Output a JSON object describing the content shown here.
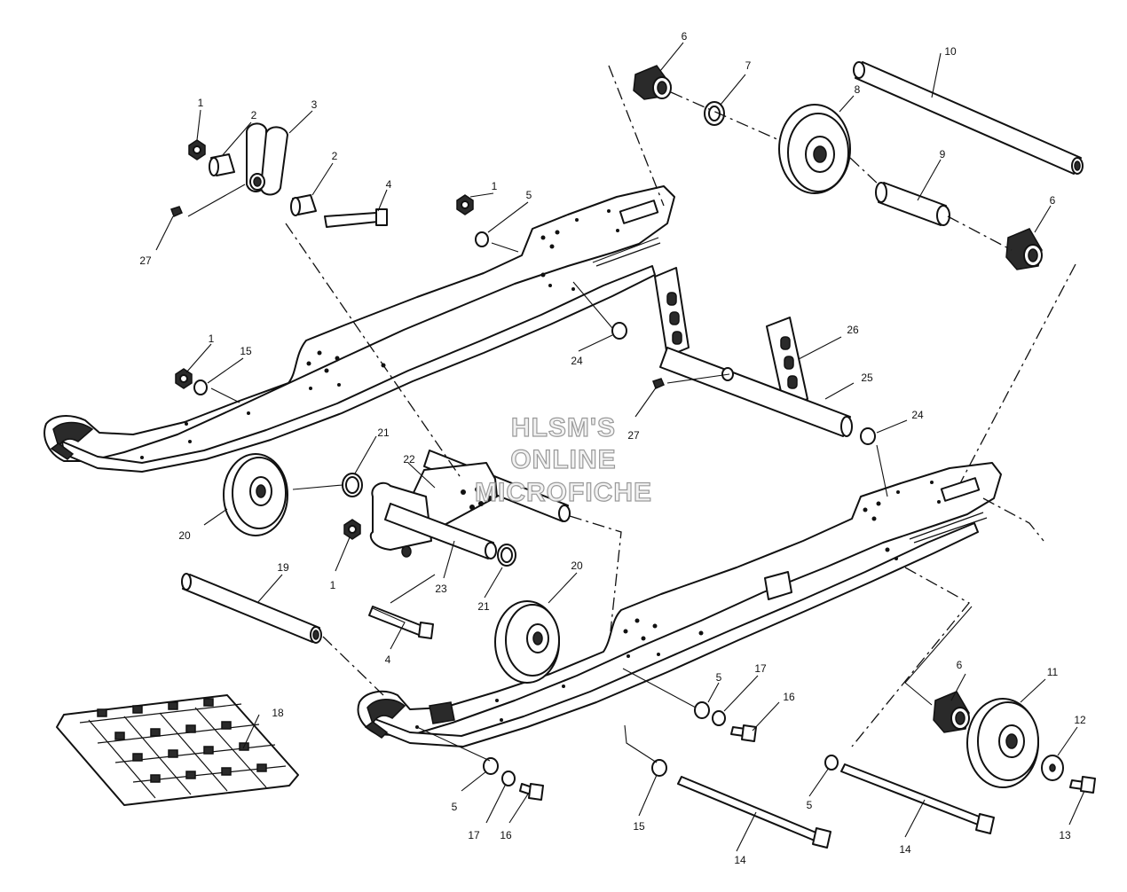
{
  "watermark": {
    "line1": "HLSM'S",
    "line2": "ONLINE",
    "line3": "MICROFICHE"
  },
  "callouts": [
    {
      "id": "c1",
      "label": "6"
    },
    {
      "id": "c2",
      "label": "7"
    },
    {
      "id": "c3",
      "label": "10"
    },
    {
      "id": "c4",
      "label": "8"
    },
    {
      "id": "c5",
      "label": "1"
    },
    {
      "id": "c6",
      "label": "2"
    },
    {
      "id": "c7",
      "label": "3"
    },
    {
      "id": "c8",
      "label": "2"
    },
    {
      "id": "c9",
      "label": "4"
    },
    {
      "id": "c10",
      "label": "1"
    },
    {
      "id": "c11",
      "label": "5"
    },
    {
      "id": "c12",
      "label": "9"
    },
    {
      "id": "c13",
      "label": "6"
    },
    {
      "id": "c14",
      "label": "27"
    },
    {
      "id": "c15",
      "label": "1"
    },
    {
      "id": "c16",
      "label": "15"
    },
    {
      "id": "c17",
      "label": "24"
    },
    {
      "id": "c18",
      "label": "26"
    },
    {
      "id": "c19",
      "label": "25"
    },
    {
      "id": "c20",
      "label": "27"
    },
    {
      "id": "c21",
      "label": "24"
    },
    {
      "id": "c22",
      "label": "21"
    },
    {
      "id": "c23",
      "label": "22"
    },
    {
      "id": "c24",
      "label": "20"
    },
    {
      "id": "c25",
      "label": "1"
    },
    {
      "id": "c26",
      "label": "19"
    },
    {
      "id": "c27",
      "label": "23"
    },
    {
      "id": "c28",
      "label": "20"
    },
    {
      "id": "c29",
      "label": "21"
    },
    {
      "id": "c30",
      "label": "4"
    },
    {
      "id": "c31",
      "label": "18"
    },
    {
      "id": "c32",
      "label": "5"
    },
    {
      "id": "c33",
      "label": "17"
    },
    {
      "id": "c34",
      "label": "16"
    },
    {
      "id": "c35",
      "label": "6"
    },
    {
      "id": "c36",
      "label": "11"
    },
    {
      "id": "c37",
      "label": "12"
    },
    {
      "id": "c38",
      "label": "5"
    },
    {
      "id": "c39",
      "label": "17"
    },
    {
      "id": "c40",
      "label": "16"
    },
    {
      "id": "c41",
      "label": "15"
    },
    {
      "id": "c42",
      "label": "5"
    },
    {
      "id": "c43",
      "label": "14"
    },
    {
      "id": "c44",
      "label": "14"
    },
    {
      "id": "c45",
      "label": "13"
    }
  ]
}
